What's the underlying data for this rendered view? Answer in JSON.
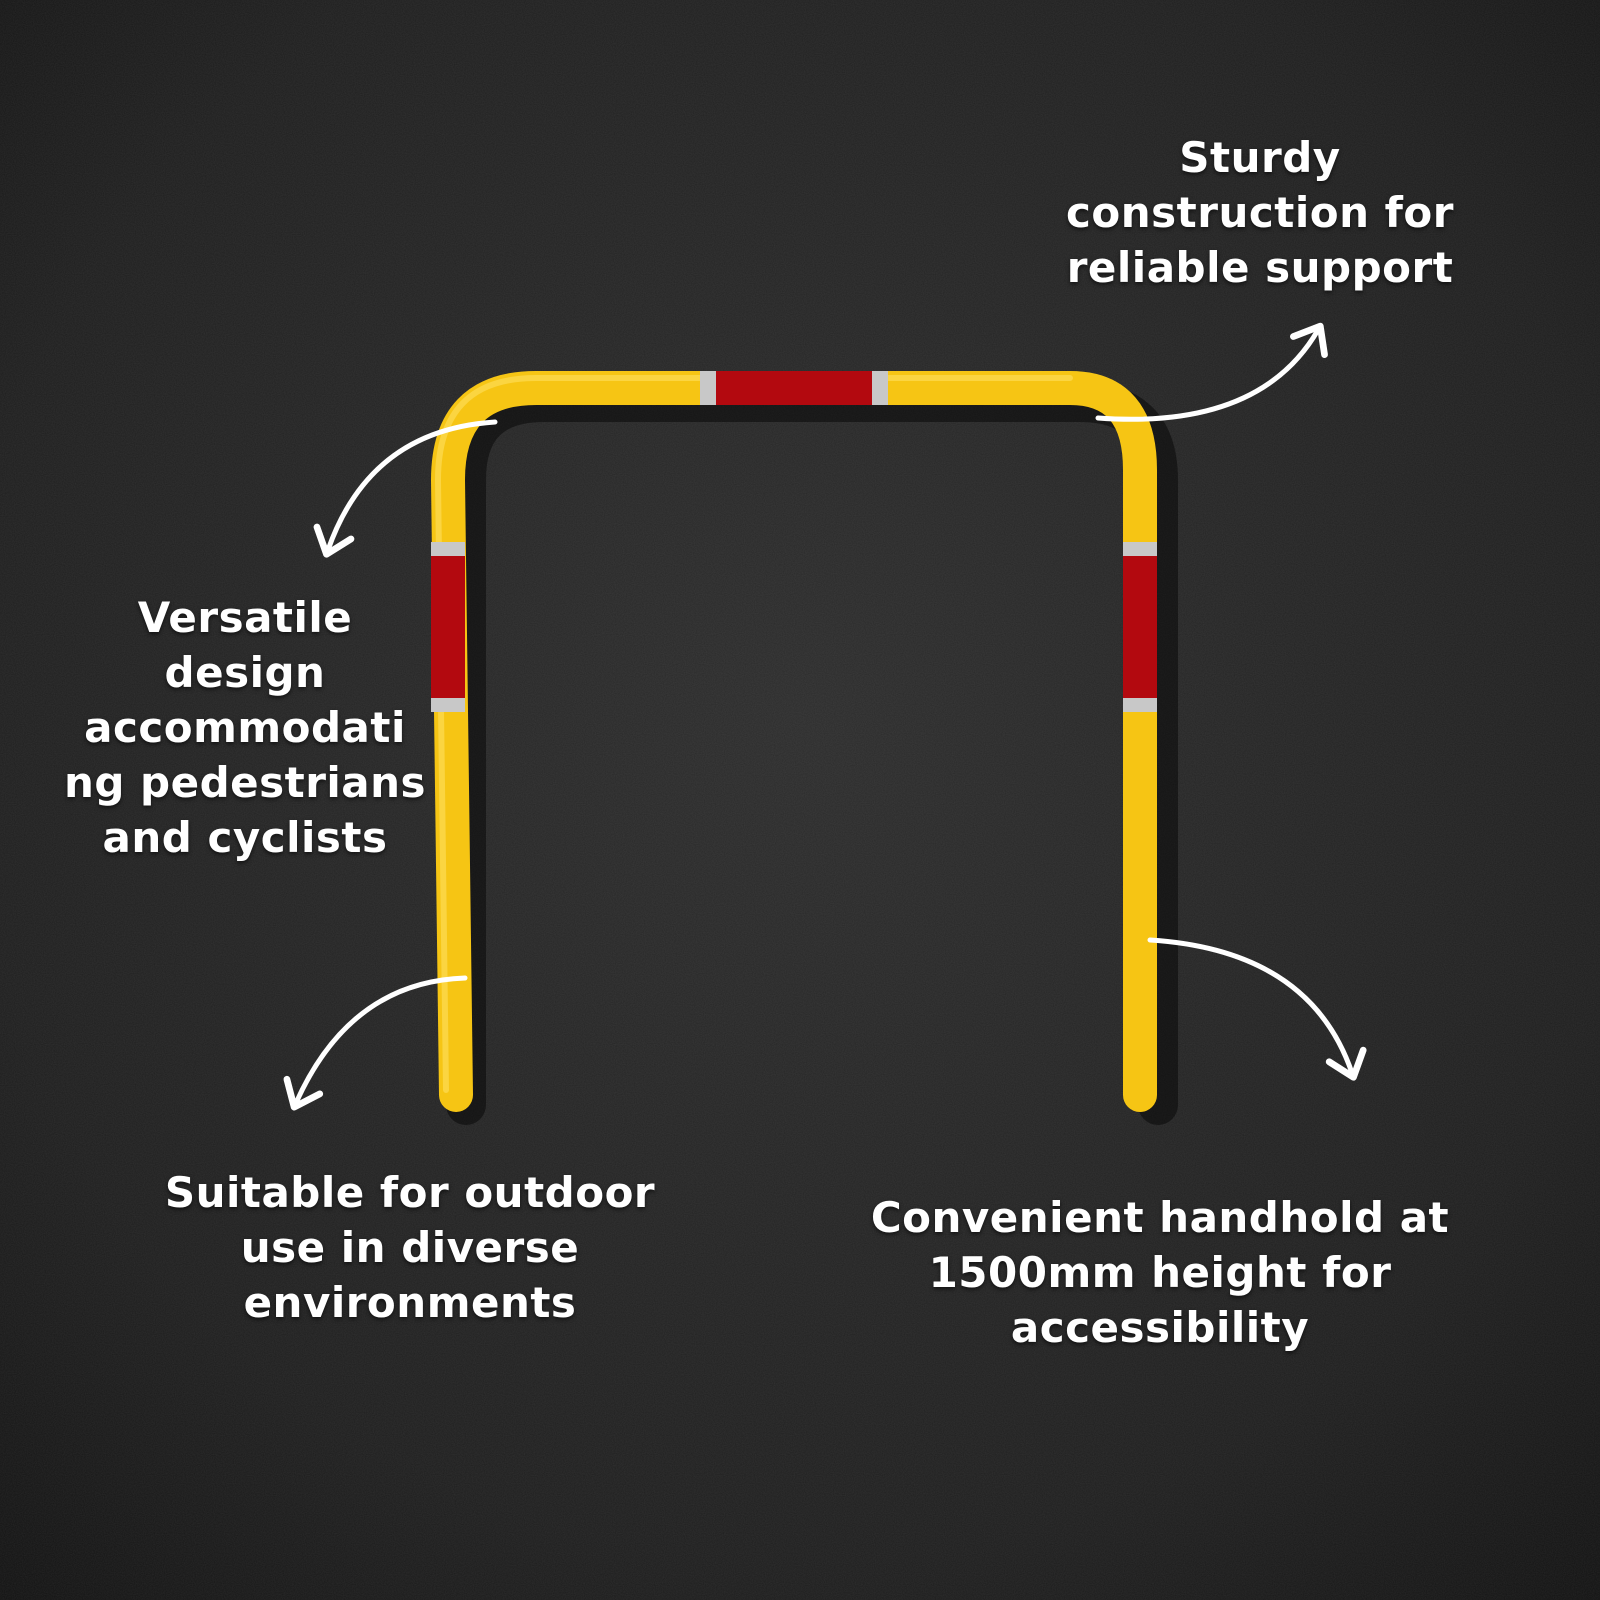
{
  "colors": {
    "background": "#1c1c1c",
    "rail_yellow": "#f6c514",
    "band_red": "#b3090f",
    "reflective_silver": "#c8c8c8",
    "arrow_and_text": "#ffffff"
  },
  "product": {
    "illustration": "hoop-barrier-rail",
    "icon": "arrow-icon"
  },
  "captions": {
    "sturdy": "Sturdy\nconstruction for\nreliable support",
    "versatile": "Versatile\ndesign\naccommodati\nng pedestrians\nand cyclists",
    "suitable": "Suitable for outdoor\nuse in diverse\nenvironments",
    "convenient": "Convenient handhold at\n1500mm height for\naccessibility"
  }
}
